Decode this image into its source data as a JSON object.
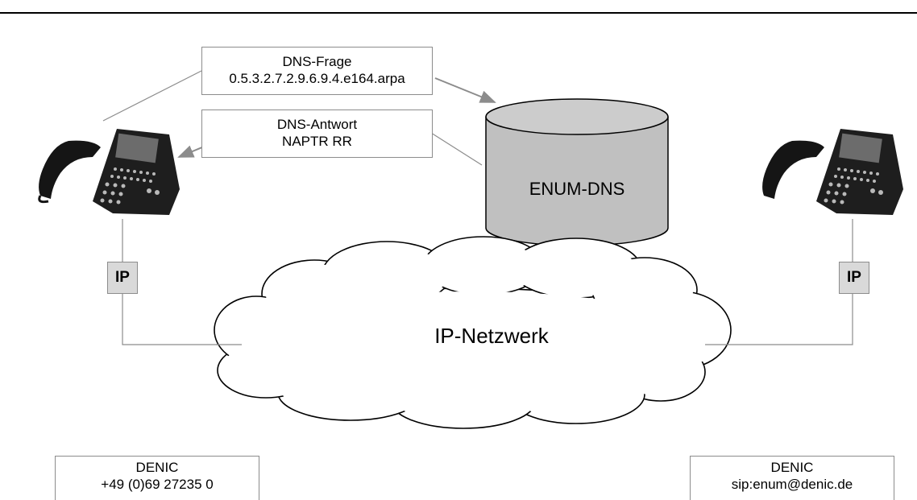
{
  "query_box": {
    "line1": "DNS-Frage",
    "line2": "0.5.3.2.7.2.9.6.9.4.e164.arpa"
  },
  "answer_box": {
    "line1": "DNS-Antwort",
    "line2": "NAPTR RR"
  },
  "database": {
    "label": "ENUM-DNS",
    "fill": "#c0c0c0"
  },
  "cloud": {
    "label": "IP-Netzwerk"
  },
  "left_ip": "IP",
  "right_ip": "IP",
  "left_caller": {
    "line1": "DENIC",
    "line2": "+49 (0)69 27235 0"
  },
  "right_callee": {
    "line1": "DENIC",
    "line2": "sip:enum@denic.de"
  },
  "colors": {
    "line": "#8c8c8c",
    "tag_fill": "#d9d9d9",
    "phone": "#1e1e1e"
  }
}
